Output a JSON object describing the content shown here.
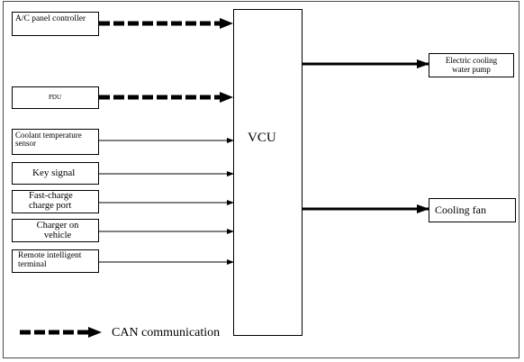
{
  "diagram": {
    "central": {
      "label": "VCU"
    },
    "inputs": [
      {
        "id": "ac",
        "label": "A/C panel controller",
        "link": "can"
      },
      {
        "id": "pdu",
        "label": "PDU",
        "link": "can"
      },
      {
        "id": "coolant",
        "label": "Coolant temperature sensor",
        "link": "wire"
      },
      {
        "id": "key",
        "label": "Key signal",
        "link": "wire"
      },
      {
        "id": "fastcharge",
        "label": "Fast-charge charge port",
        "link": "wire"
      },
      {
        "id": "charger",
        "label": "Charger on vehicle",
        "link": "wire"
      },
      {
        "id": "remote",
        "label": "Remote intelligent terminal",
        "link": "wire"
      }
    ],
    "outputs": [
      {
        "id": "pump",
        "label": "Electric cooling water pump"
      },
      {
        "id": "fan",
        "label": "Cooling fan"
      }
    ],
    "legend": {
      "label": "CAN communication"
    }
  }
}
